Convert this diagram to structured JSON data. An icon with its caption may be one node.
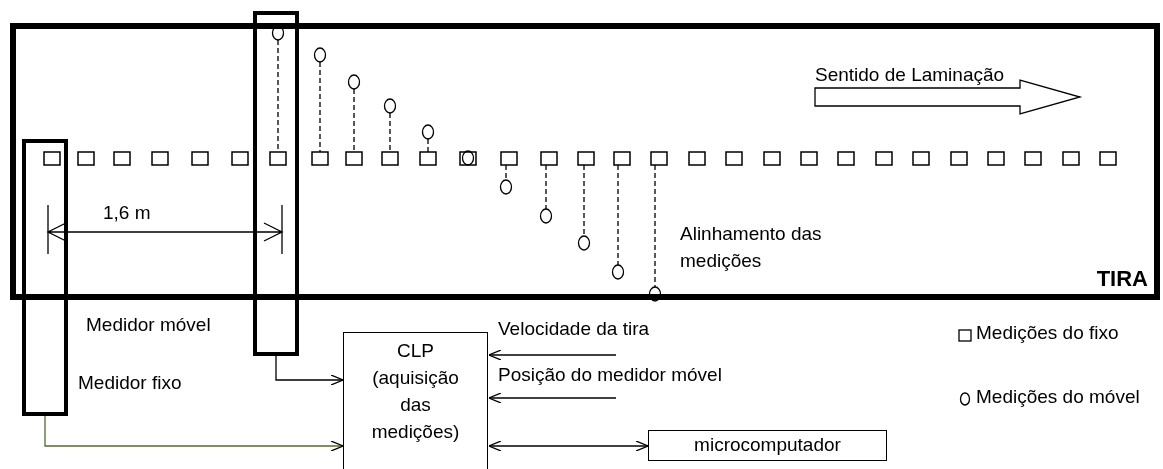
{
  "diagram": {
    "nodes": [
      {
        "text": [
          "TIRA"
        ]
      },
      {
        "text": [],
        "shape": "box"
      },
      {
        "text": [],
        "shape": "box"
      },
      {
        "text": [
          "CLP (aquisição das medições)"
        ]
      },
      {
        "text": [
          "microcomputador"
        ]
      }
    ],
    "edges": [
      {
        "from": 2,
        "to": 3,
        "arrow": "to"
      },
      {
        "from": 1,
        "to": 3,
        "arrow": "to",
        "color": "#556b2f"
      },
      {
        "from": null,
        "to": 3,
        "arrow": "to",
        "label": "Velocidade da tira"
      },
      {
        "from": null,
        "to": 3,
        "arrow": "to",
        "label": "Posição do medidor móvel"
      },
      {
        "from": 3,
        "to": 4,
        "arrow": "both"
      }
    ],
    "labels": [
      "Sentido de Laminação",
      "1,6 m",
      "Alinhamento das medições",
      "Medidor móvel",
      "Medidor fixo"
    ],
    "legend": [
      {
        "text": "Medições do fixo"
      },
      {
        "text": "Medições do móvel"
      }
    ]
  }
}
